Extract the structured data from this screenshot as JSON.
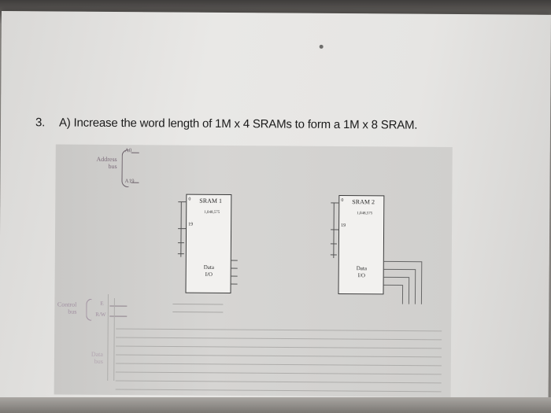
{
  "question": {
    "number": "3.",
    "text": "A) Increase the word length of 1M x 4 SRAMs to form a 1M x 8 SRAM."
  },
  "figure": {
    "address_bus": {
      "label_line1": "Address",
      "label_line2": "bus",
      "pin_top": "A0",
      "pin_bottom": "A19"
    },
    "control_bus": {
      "label_line1": "Control",
      "label_line2": "bus",
      "pin_top": "E",
      "pin_bottom": "R/W"
    },
    "data_bus": {
      "label_line1": "Data",
      "label_line2": "bus"
    },
    "chips": [
      {
        "title": "SRAM 1",
        "pin0": "0",
        "pin19": "19",
        "size": "1,048,575",
        "data_line1": "Data",
        "data_line2": "I/O"
      },
      {
        "title": "SRAM 2",
        "pin0": "0",
        "pin19": "19",
        "size": "1,048,575",
        "data_line1": "Data",
        "data_line2": "I/O"
      }
    ]
  }
}
